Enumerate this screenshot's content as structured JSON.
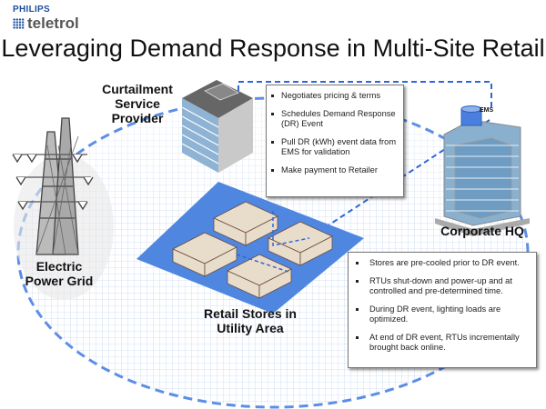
{
  "logo": {
    "brand": "PHILIPS",
    "product": "teletrol",
    "icon": "teletrol-dot-grid-icon"
  },
  "title": "Leveraging Demand Response in Multi-Site Retail",
  "colors": {
    "accent_blue": "#4a7fe0",
    "grid_blue": "#c7d7f2",
    "store_lot": "#4f86e0",
    "philips_blue": "#1d4f9c"
  },
  "nodes": {
    "power_grid": {
      "label_line1": "Electric",
      "label_line2": "Power Grid",
      "icon": "power-tower-icon"
    },
    "csp": {
      "label_line1": "Curtailment",
      "label_line2": "Service",
      "label_line3": "Provider",
      "icon": "office-building-icon"
    },
    "hq": {
      "label": "Corporate HQ",
      "ems_label": "EMS",
      "icon": "corporate-tower-icon"
    },
    "stores": {
      "label_line1": "Retail Stores in",
      "label_line2": "Utility Area",
      "icon": "retail-store-icon"
    }
  },
  "csp_box": {
    "items": [
      "Negotiates pricing & terms",
      "Schedules Demand Response (DR) Event",
      "Pull DR (kWh) event data from EMS for validation",
      "Make payment to Retailer"
    ]
  },
  "stores_box": {
    "items": [
      "Stores are pre-cooled prior to DR event.",
      "RTUs shut-down and power-up and at controlled and pre-determined time.",
      "During DR event, lighting loads are optimized.",
      "At end of DR event, RTUs incrementally brought back online."
    ]
  }
}
